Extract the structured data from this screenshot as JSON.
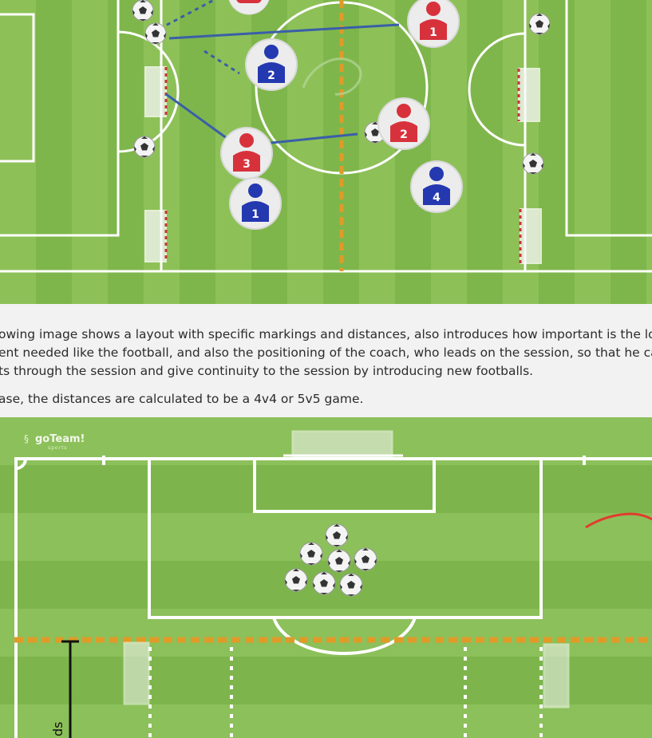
{
  "top_diagram": {
    "players": [
      {
        "team": "red",
        "number": "1"
      },
      {
        "team": "red",
        "number": "2"
      },
      {
        "team": "red",
        "number": "3"
      },
      {
        "team": "blue",
        "number": "2"
      },
      {
        "team": "blue",
        "number": "1"
      },
      {
        "team": "blue",
        "number": "4"
      }
    ]
  },
  "article": {
    "paragraph1_lines": [
      "owing image shows a layout with specific markings and distances, also introduces how important is the location o",
      "ent needed like the football, and also the positioning of the coach, who leads on the session, so that he can contro",
      "ts through the session and give continuity to the session by introducing new footballs."
    ],
    "paragraph2": "ase, the distances are calculated to be a 4v4 or 5v5 game."
  },
  "bottom_diagram": {
    "logo_text": "goTeam!",
    "logo_subtext": "sports",
    "side_label": "ds"
  },
  "colors": {
    "grass_light": "#8fc15a",
    "grass_dark": "#7cb34a",
    "team_red": "#d7323c",
    "team_blue": "#2438b0",
    "pass_line": "#3a5fa8",
    "orange_marker": "#e09a28"
  }
}
